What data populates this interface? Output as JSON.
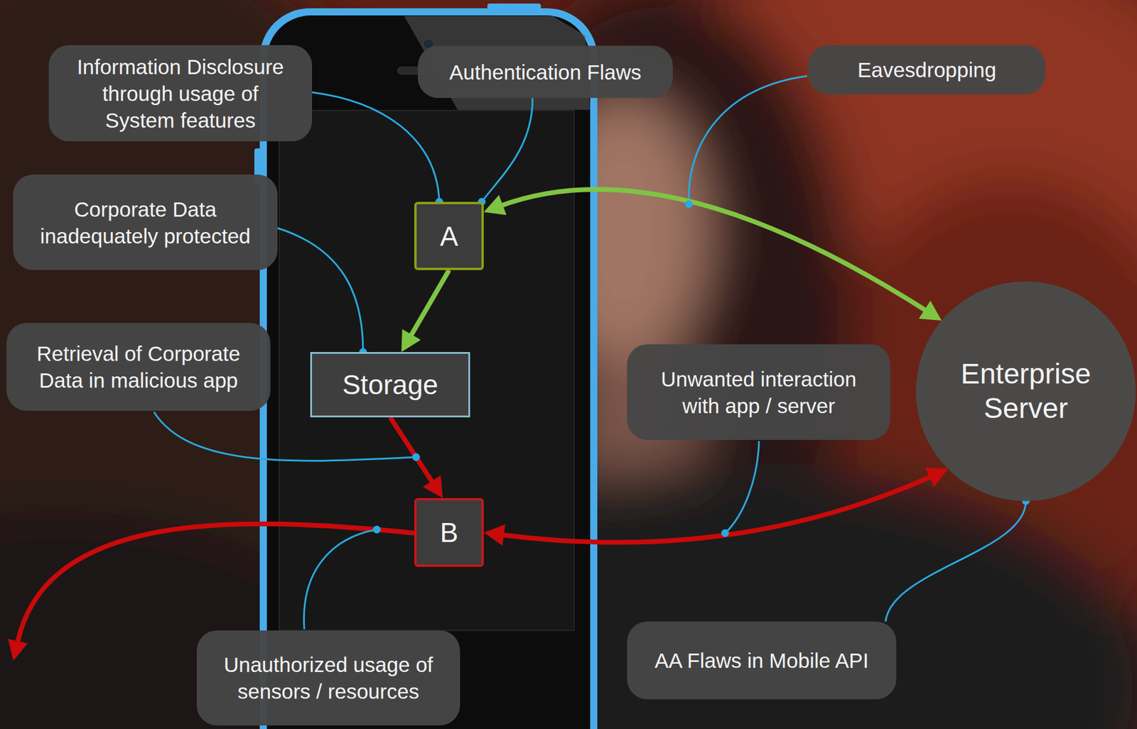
{
  "diagram": {
    "nodes": [
      {
        "text": [
          "Information Disclosure through usage of System features"
        ]
      },
      {
        "text": [
          "Authentication Flaws"
        ]
      },
      {
        "text": [
          "Eavesdropping"
        ]
      },
      {
        "text": [
          "A"
        ]
      },
      {
        "text": [
          "Corporate Data inadequately protected"
        ]
      },
      {
        "text": [
          "Storage"
        ]
      },
      {
        "text": [
          "Retrieval of Corporate Data in malicious app"
        ]
      },
      {
        "text": [
          "Unwanted interaction with app / server"
        ]
      },
      {
        "text": [
          "Enterprise Server"
        ]
      },
      {
        "text": [
          "B"
        ]
      },
      {
        "text": [
          "Unauthorized usage of sensors / resources"
        ]
      },
      {
        "text": [
          "AA Flaws in Mobile API"
        ]
      }
    ],
    "edges": [
      {
        "from": 0,
        "to": 3,
        "arrow": "none"
      },
      {
        "from": 1,
        "to": 3,
        "arrow": "none"
      },
      {
        "from": 3,
        "to": 8,
        "arrow": "both"
      },
      {
        "from": 3,
        "to": 5,
        "arrow": "to"
      },
      {
        "from": 4,
        "to": 5,
        "arrow": "none"
      },
      {
        "from": 5,
        "to": 9,
        "arrow": "to"
      },
      {
        "from": 9,
        "to": 8,
        "arrow": "both"
      },
      {
        "from": 11,
        "to": 8,
        "arrow": "none"
      }
    ]
  }
}
